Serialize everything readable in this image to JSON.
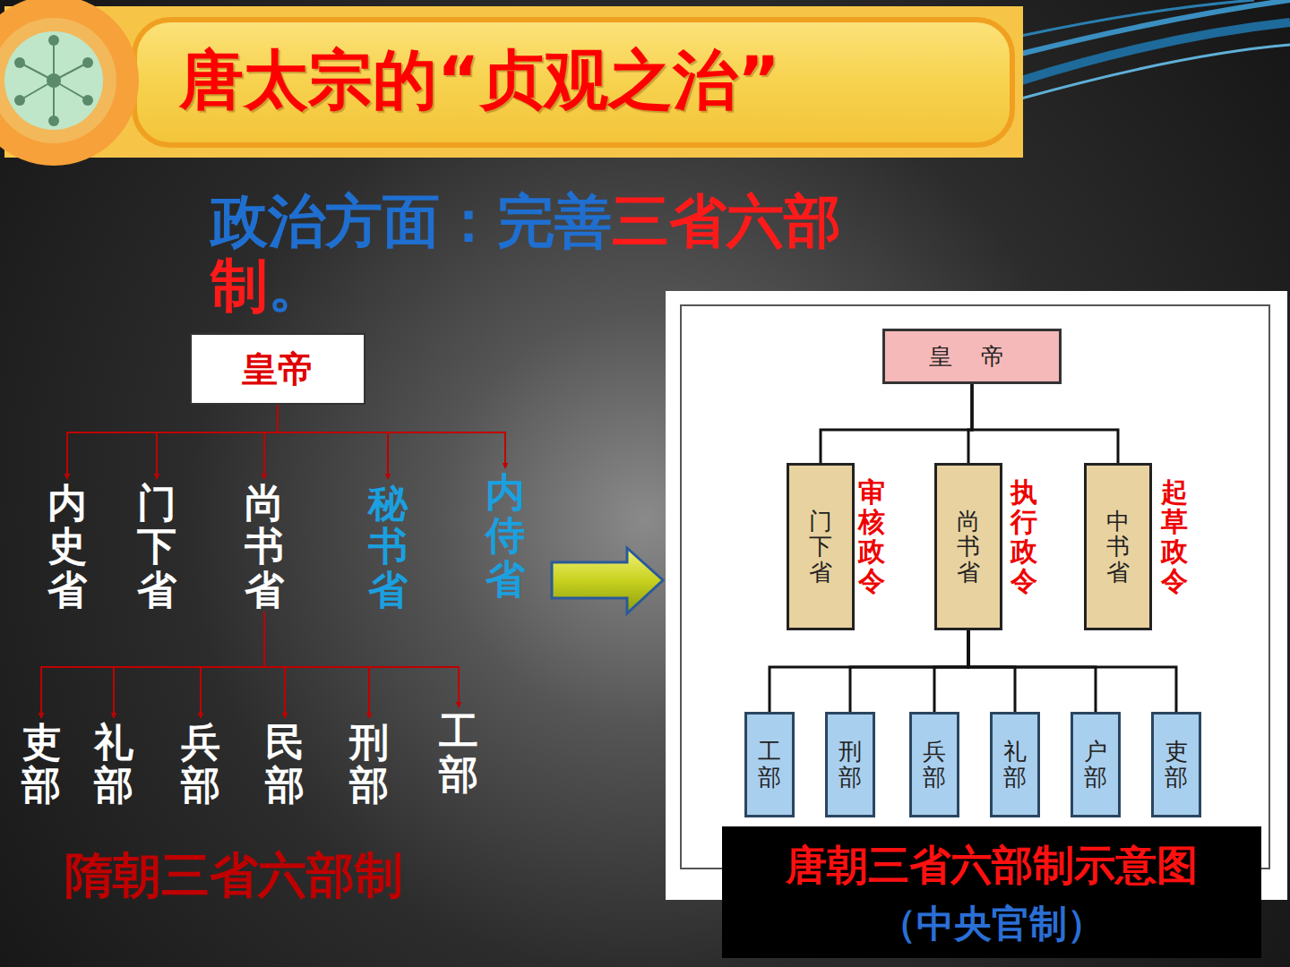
{
  "diagram": {
    "title": "唐太宗的“贞观之治”",
    "nodes": [
      {
        "text": [
          "皇帝"
        ]
      },
      {
        "text": [
          "内史省"
        ]
      },
      {
        "text": [
          "门下省"
        ]
      },
      {
        "text": [
          "尚书省"
        ]
      },
      {
        "text": [
          "秘书省"
        ]
      },
      {
        "text": [
          "内侍省"
        ]
      },
      {
        "text": [
          "吏部"
        ]
      },
      {
        "text": [
          "礼部"
        ]
      },
      {
        "text": [
          "兵部"
        ]
      },
      {
        "text": [
          "民部"
        ]
      },
      {
        "text": [
          "刑部"
        ]
      },
      {
        "text": [
          "工部"
        ]
      },
      {
        "text": [
          "皇 帝"
        ]
      },
      {
        "text": [
          "门下省"
        ]
      },
      {
        "text": [
          "尚书省"
        ]
      },
      {
        "text": [
          "中书省"
        ]
      },
      {
        "text": [
          "工部"
        ]
      },
      {
        "text": [
          "刑部"
        ]
      },
      {
        "text": [
          "兵部"
        ]
      },
      {
        "text": [
          "礼部"
        ]
      },
      {
        "text": [
          "户部"
        ]
      },
      {
        "text": [
          "吏部"
        ]
      }
    ],
    "edges": [
      {
        "from": 0,
        "to": 1,
        "arrow": "to"
      },
      {
        "from": 0,
        "to": 2,
        "arrow": "to"
      },
      {
        "from": 0,
        "to": 3,
        "arrow": "to"
      },
      {
        "from": 0,
        "to": 4,
        "arrow": "to"
      },
      {
        "from": 0,
        "to": 5,
        "arrow": "to"
      },
      {
        "from": 3,
        "to": 6,
        "arrow": "to"
      },
      {
        "from": 3,
        "to": 7,
        "arrow": "to"
      },
      {
        "from": 3,
        "to": 8,
        "arrow": "to"
      },
      {
        "from": 3,
        "to": 9,
        "arrow": "to"
      },
      {
        "from": 3,
        "to": 10,
        "arrow": "to"
      },
      {
        "from": 3,
        "to": 11,
        "arrow": "to"
      },
      {
        "from": 12,
        "to": 13,
        "arrow": "none"
      },
      {
        "from": 12,
        "to": 14,
        "arrow": "none"
      },
      {
        "from": 12,
        "to": 15,
        "arrow": "none"
      },
      {
        "from": 14,
        "to": 16,
        "arrow": "none"
      },
      {
        "from": 14,
        "to": 17,
        "arrow": "none"
      },
      {
        "from": 14,
        "to": 18,
        "arrow": "none"
      },
      {
        "from": 14,
        "to": 19,
        "arrow": "none"
      },
      {
        "from": 14,
        "to": 20,
        "arrow": "none"
      },
      {
        "from": 14,
        "to": 21,
        "arrow": "none"
      }
    ],
    "labels": [
      "政治方面：完善",
      "三省六部制",
      "。",
      "隋朝三省六部制",
      "审核政令",
      "执行政令",
      "起草政令",
      "唐朝三省六部制示意图",
      "（中央官制）"
    ]
  }
}
